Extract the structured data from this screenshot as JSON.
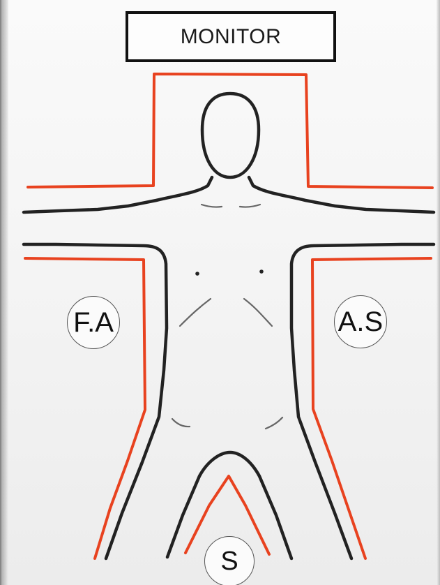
{
  "monitor_label": "MONITOR",
  "positions": [
    {
      "id": "fa",
      "label": "F.A"
    },
    {
      "id": "as",
      "label": "A.S"
    },
    {
      "id": "s",
      "label": "S"
    }
  ],
  "colors": {
    "body_outline": "#222222",
    "position_lines": "#e8421f",
    "monitor_border": "#111111"
  }
}
